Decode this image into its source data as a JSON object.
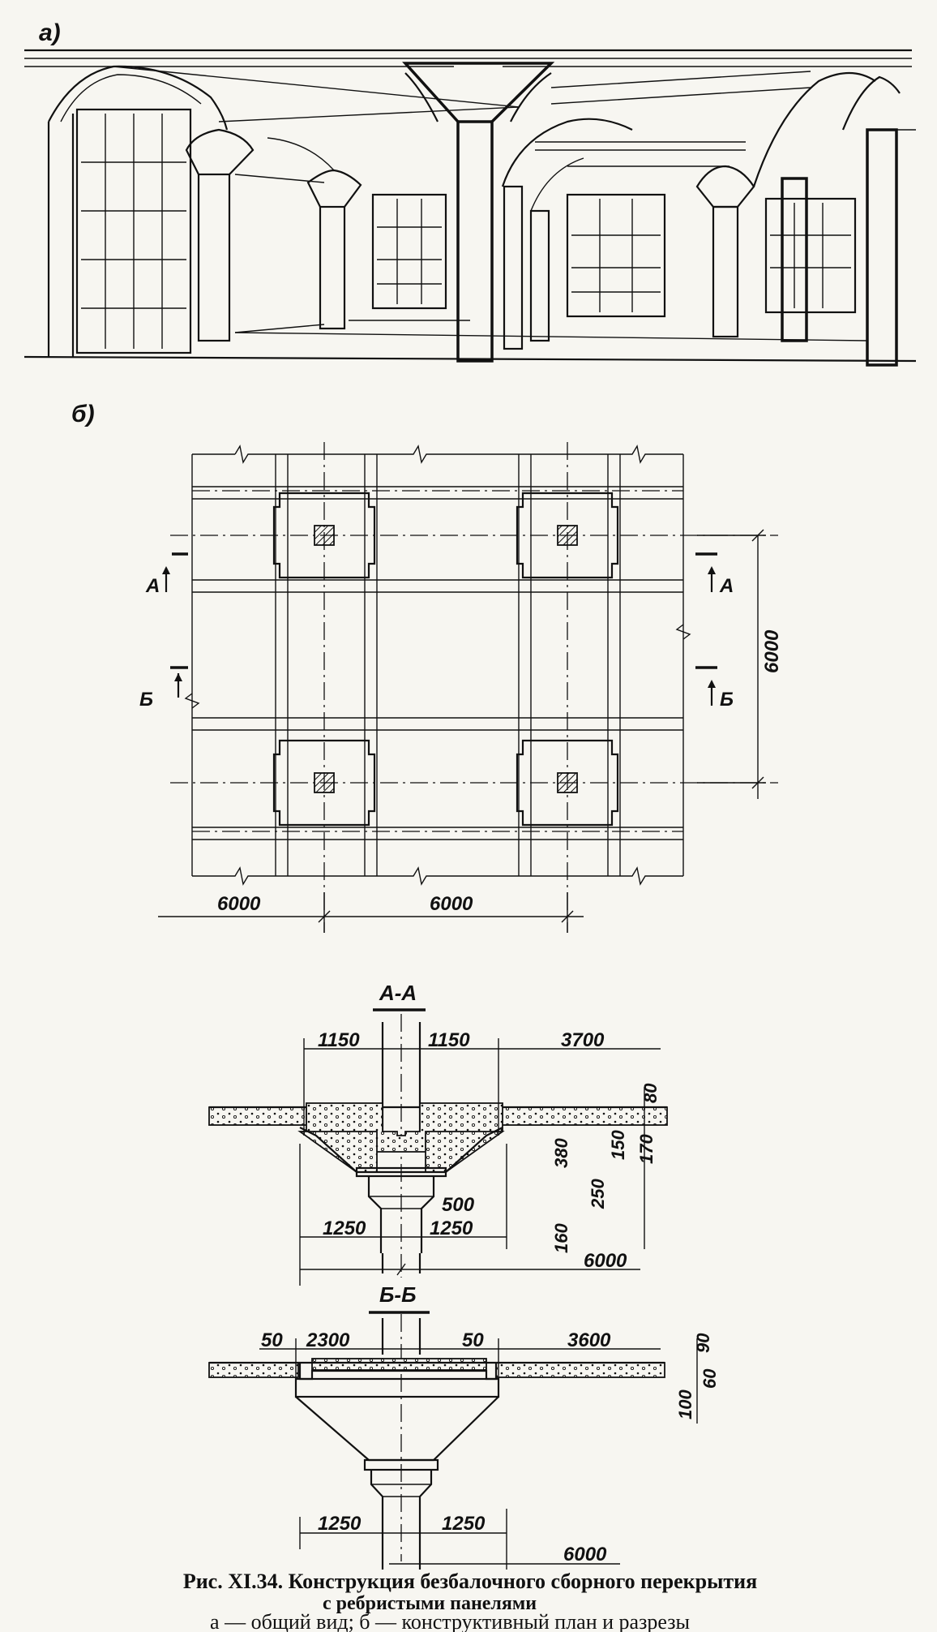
{
  "panel_labels": {
    "a": "а)",
    "b": "б)"
  },
  "plan": {
    "dims_bottom": [
      "6000",
      "6000"
    ],
    "dim_right": "6000",
    "section_marks": {
      "a_left": "А",
      "a_right": "А",
      "b_left": "Б",
      "b_right": "Б"
    }
  },
  "section_aa": {
    "title": "А-А",
    "top_dims": [
      "1150",
      "1150",
      "3700"
    ],
    "right_dims": [
      "80",
      "150",
      "170",
      "380",
      "250",
      "160"
    ],
    "neck_dim": "500",
    "bottom_dims": [
      "1250",
      "1250"
    ],
    "span_dim": "6000"
  },
  "section_bb": {
    "title": "Б-Б",
    "top_dims": [
      "50",
      "2300",
      "50",
      "3600"
    ],
    "right_dims": [
      "90",
      "60",
      "100"
    ],
    "bottom_dims": [
      "1250",
      "1250"
    ],
    "span_dim": "6000"
  },
  "caption": {
    "line1": "Рис. XI.34. Конструкция безбалочного сборного перекрытия",
    "line2": "с ребристыми панелями",
    "line3": "а — общий вид; б — конструктивный план и разрезы"
  }
}
